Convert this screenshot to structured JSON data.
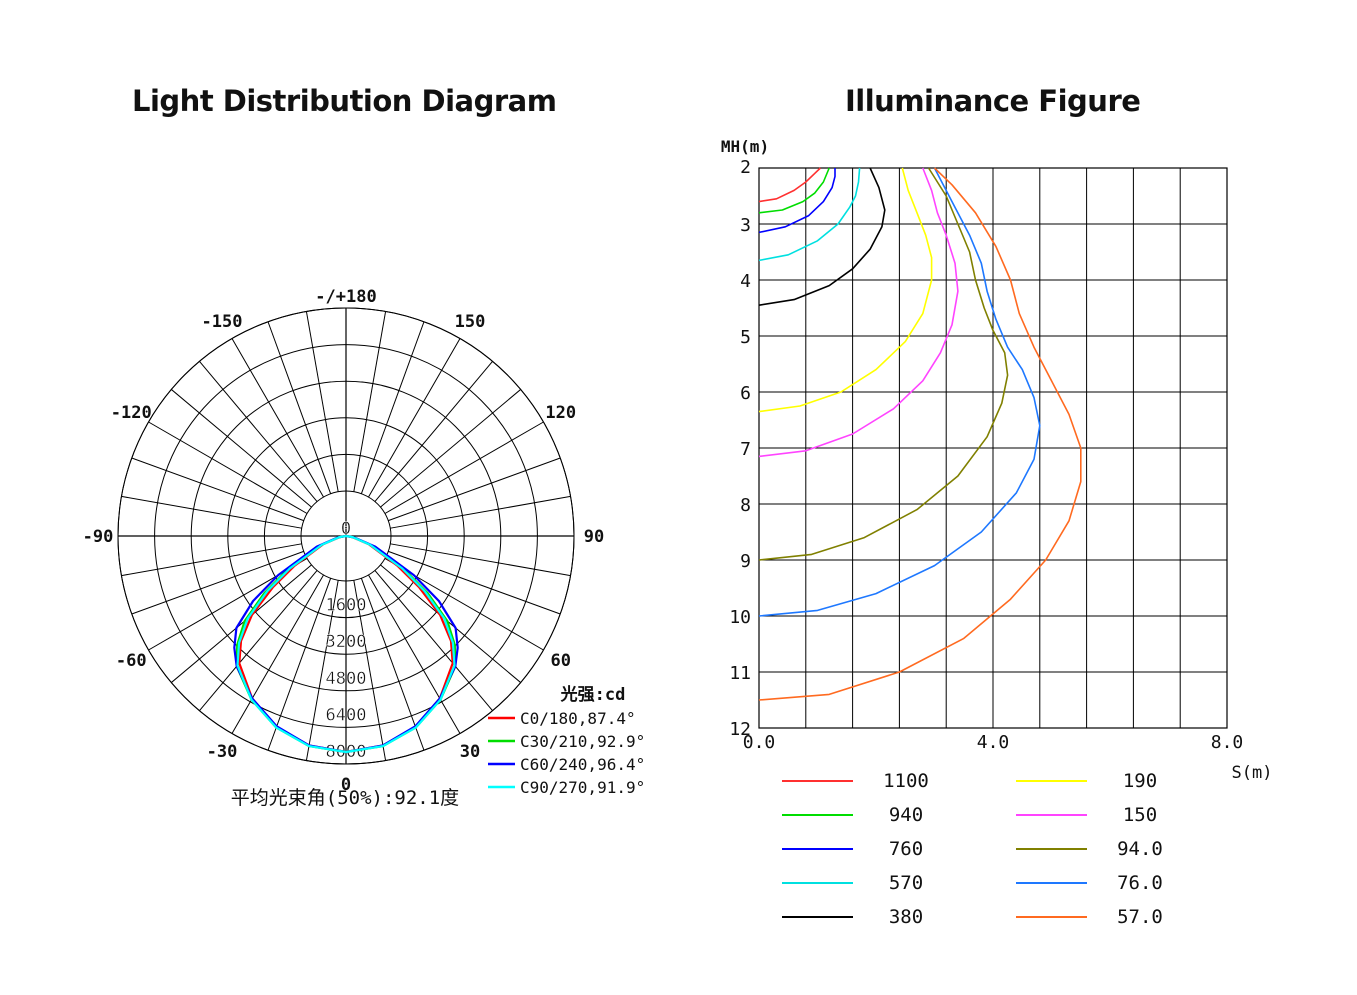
{
  "titles": {
    "left": "Light Distribution Diagram",
    "right": "Illuminance Figure"
  },
  "chart_data": [
    {
      "type": "polar",
      "title": "Light Distribution Diagram",
      "angle_labels": [
        "-/+180",
        "150",
        "120",
        "90",
        "60",
        "30",
        "0",
        "-30",
        "-60",
        "-90",
        "-120",
        "-150"
      ],
      "angle_label_values": [
        180,
        150,
        120,
        90,
        60,
        30,
        0,
        -30,
        -60,
        -90,
        -120,
        -150
      ],
      "radial_labels": [
        "0",
        "1600",
        "3200",
        "4800",
        "6400",
        "8000"
      ],
      "radial_max": 8000,
      "unit_label": "光强:cd",
      "beam_angle_text": "平均光束角(50%):92.1度",
      "series": [
        {
          "name": "C0/180,87.4°",
          "color": "#ff0000",
          "angles": [
            0,
            10,
            20,
            30,
            40,
            45,
            50,
            55,
            60,
            70,
            80,
            90
          ],
          "values": [
            8000,
            7880,
            7520,
            6950,
            6150,
            5500,
            4550,
            3300,
            2200,
            900,
            250,
            0
          ]
        },
        {
          "name": "C30/210,92.9°",
          "color": "#00dd00",
          "angles": [
            0,
            10,
            20,
            30,
            40,
            45,
            50,
            55,
            60,
            70,
            80,
            90
          ],
          "values": [
            8000,
            7900,
            7550,
            7000,
            6300,
            5700,
            4900,
            3700,
            2500,
            1000,
            280,
            0
          ]
        },
        {
          "name": "C60/240,96.4°",
          "color": "#0000ff",
          "angles": [
            0,
            10,
            20,
            30,
            40,
            45,
            50,
            55,
            60,
            70,
            80,
            90
          ],
          "values": [
            8000,
            7880,
            7500,
            6950,
            6300,
            5850,
            5300,
            4200,
            2900,
            1150,
            300,
            0
          ]
        },
        {
          "name": "C90/270,91.9°",
          "color": "#00ffff",
          "angles": [
            0,
            10,
            20,
            30,
            40,
            45,
            50,
            55,
            60,
            70,
            80,
            90
          ],
          "values": [
            8000,
            7900,
            7550,
            7000,
            6250,
            5600,
            4750,
            3550,
            2400,
            950,
            260,
            0
          ]
        }
      ]
    },
    {
      "type": "line",
      "title": "Illuminance Figure",
      "xlabel": "S(m)",
      "ylabel": "MH(m)",
      "xlim": [
        0,
        8
      ],
      "ylim": [
        2,
        12
      ],
      "x_tick_labels": [
        "0.0",
        "4.0",
        "8.0"
      ],
      "x_tick_values": [
        0,
        4,
        8
      ],
      "y_tick_labels": [
        "2",
        "3",
        "4",
        "5",
        "6",
        "7",
        "8",
        "9",
        "10",
        "11",
        "12"
      ],
      "y_tick_values": [
        2,
        3,
        4,
        5,
        6,
        7,
        8,
        9,
        10,
        11,
        12
      ],
      "series": [
        {
          "name": "1100",
          "color": "#ff3030",
          "x": [
            0,
            0.3,
            0.6,
            0.8,
            0.95,
            1.05
          ],
          "y": [
            2.6,
            2.55,
            2.4,
            2.25,
            2.1,
            2.0
          ]
        },
        {
          "name": "940",
          "color": "#00dd00",
          "x": [
            0,
            0.4,
            0.75,
            0.95,
            1.1,
            1.2
          ],
          "y": [
            2.8,
            2.75,
            2.6,
            2.45,
            2.25,
            2.0
          ]
        },
        {
          "name": "760",
          "color": "#0000ff",
          "x": [
            0,
            0.45,
            0.85,
            1.1,
            1.25,
            1.3,
            1.3
          ],
          "y": [
            3.15,
            3.05,
            2.85,
            2.6,
            2.35,
            2.15,
            2.0
          ]
        },
        {
          "name": "570",
          "color": "#00e0e0",
          "x": [
            0,
            0.5,
            1.0,
            1.35,
            1.55,
            1.65,
            1.7,
            1.72
          ],
          "y": [
            3.65,
            3.55,
            3.3,
            3.0,
            2.7,
            2.5,
            2.25,
            2.0
          ]
        },
        {
          "name": "380",
          "color": "#000000",
          "x": [
            0,
            0.6,
            1.2,
            1.6,
            1.9,
            2.1,
            2.15,
            2.05,
            1.9
          ],
          "y": [
            4.45,
            4.35,
            4.1,
            3.8,
            3.45,
            3.05,
            2.75,
            2.35,
            2.0
          ]
        },
        {
          "name": "190",
          "color": "#ffff00",
          "x": [
            0,
            0.7,
            1.4,
            2.0,
            2.5,
            2.8,
            2.95,
            2.95,
            2.85,
            2.7,
            2.55,
            2.45
          ],
          "y": [
            6.35,
            6.25,
            6.0,
            5.6,
            5.1,
            4.6,
            4.0,
            3.6,
            3.2,
            2.8,
            2.4,
            2.0
          ]
        },
        {
          "name": "150",
          "color": "#ff44ff",
          "x": [
            0,
            0.8,
            1.6,
            2.3,
            2.8,
            3.1,
            3.3,
            3.4,
            3.35,
            3.2,
            3.05,
            2.95,
            2.8
          ],
          "y": [
            7.15,
            7.05,
            6.75,
            6.3,
            5.8,
            5.3,
            4.8,
            4.2,
            3.7,
            3.2,
            2.8,
            2.4,
            2.0
          ]
        },
        {
          "name": "94.0",
          "color": "#808000",
          "x": [
            0,
            0.9,
            1.8,
            2.7,
            3.4,
            3.9,
            4.15,
            4.25,
            4.2,
            4.0,
            3.85,
            3.7,
            3.6,
            3.4,
            3.2,
            2.9
          ],
          "y": [
            9.0,
            8.9,
            8.6,
            8.1,
            7.5,
            6.8,
            6.2,
            5.7,
            5.3,
            4.9,
            4.5,
            4.0,
            3.5,
            3.0,
            2.5,
            2.0
          ]
        },
        {
          "name": "76.0",
          "color": "#1e78ff",
          "x": [
            0,
            1.0,
            2.0,
            3.0,
            3.8,
            4.4,
            4.7,
            4.8,
            4.7,
            4.5,
            4.25,
            4.05,
            3.9,
            3.8,
            3.6,
            3.3,
            3.0
          ],
          "y": [
            10.0,
            9.9,
            9.6,
            9.1,
            8.5,
            7.8,
            7.2,
            6.6,
            6.1,
            5.6,
            5.2,
            4.7,
            4.2,
            3.7,
            3.2,
            2.6,
            2.0
          ]
        },
        {
          "name": "57.0",
          "color": "#ff6a20",
          "x": [
            0,
            1.2,
            2.4,
            3.5,
            4.3,
            4.9,
            5.3,
            5.5,
            5.5,
            5.3,
            5.0,
            4.7,
            4.45,
            4.3,
            4.05,
            3.7,
            3.3,
            3.0
          ],
          "y": [
            11.5,
            11.4,
            11.0,
            10.4,
            9.7,
            9.0,
            8.3,
            7.6,
            7.0,
            6.4,
            5.8,
            5.2,
            4.6,
            4.0,
            3.4,
            2.8,
            2.3,
            2.0
          ]
        }
      ]
    }
  ]
}
